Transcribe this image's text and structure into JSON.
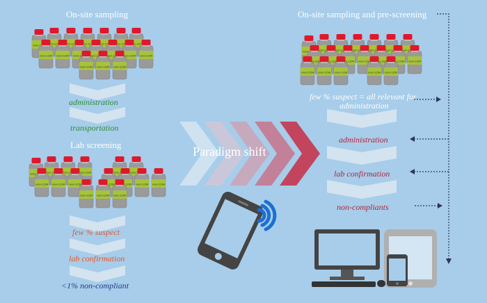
{
  "left": {
    "header1": "On-site sampling",
    "step_administration": "administration",
    "step_transportation": "transportation",
    "header2": "Lab screening",
    "step_suspect": "few % suspect",
    "step_confirmation": "lab confirmation",
    "step_result": "<1% non-compliant"
  },
  "center": {
    "label": "Paradigm shift"
  },
  "right": {
    "header": "On-site sampling and pre-screening",
    "suspect_line1": "few % suspect = all relevant for",
    "suspect_line2": "administration",
    "step_administration": "administration",
    "step_confirmation": "lab confirmation",
    "step_result": "non-compliants"
  },
  "vial_label": "xxxx-1234",
  "colors": {
    "background": "#a7cdea",
    "vial_cap": "#e0182c",
    "vial_label": "#a6c43a",
    "vial_body": "#9a9a9a",
    "chevron_light": "#cfe0ee",
    "chevron_dark": "#c33d55",
    "device_dark": "#444444",
    "device_light": "#b0b0b0",
    "signal": "#1d6fd1"
  }
}
